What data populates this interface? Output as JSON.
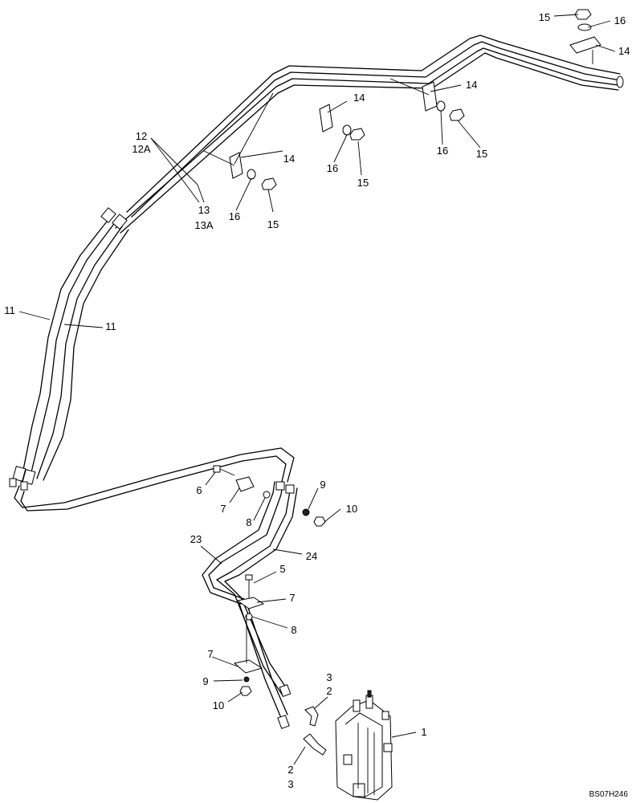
{
  "figure_code": "BS07H246",
  "callouts": {
    "c1": "1",
    "c2a": "2",
    "c3a": "3",
    "c2b": "2",
    "c3b": "3",
    "c5": "5",
    "c6": "6",
    "c7a": "7",
    "c7b": "7",
    "c7c": "7",
    "c8a": "8",
    "c8b": "8",
    "c9a": "9",
    "c9b": "9",
    "c10a": "10",
    "c10b": "10",
    "c11a": "11",
    "c11b": "11",
    "c12": "12",
    "c12A": "12A",
    "c13": "13",
    "c13A": "13A",
    "c14a": "14",
    "c14b": "14",
    "c14c": "14",
    "c14d": "14",
    "c15a": "15",
    "c15b": "15",
    "c15c": "15",
    "c15d": "15",
    "c16a": "16",
    "c16b": "16",
    "c16c": "16",
    "c16d": "16",
    "c23": "23",
    "c24": "24"
  }
}
